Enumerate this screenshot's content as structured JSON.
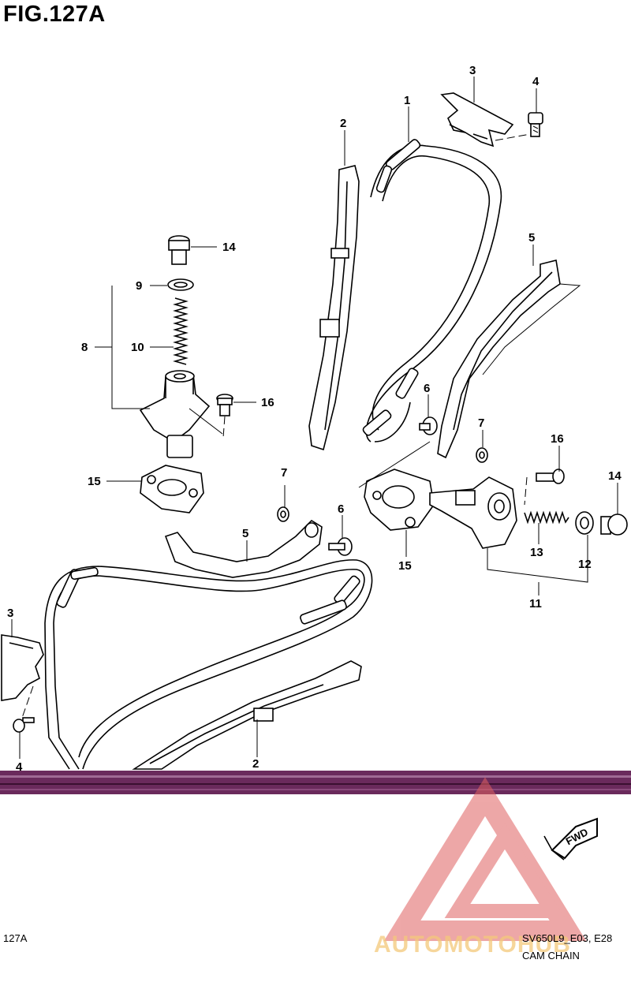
{
  "figure": {
    "title": "FIG.127A",
    "code": "127A",
    "model": "SV650L9_E03, E28",
    "caption": "CAM CHAIN"
  },
  "callouts": {
    "c1": "1",
    "c2a": "2",
    "c2b": "2",
    "c3a": "3",
    "c3b": "3",
    "c4a": "4",
    "c4b": "4",
    "c5a": "5",
    "c5b": "5",
    "c6a": "6",
    "c6b": "6",
    "c7a": "7",
    "c7b": "7",
    "c8": "8",
    "c9": "9",
    "c10": "10",
    "c11": "11",
    "c12": "12",
    "c13": "13",
    "c14a": "14",
    "c14b": "14",
    "c15a": "15",
    "c15b": "15",
    "c16a": "16",
    "c16b": "16"
  },
  "fwd_label": "FWD",
  "watermark": {
    "text": "AUTOMOTOHUB",
    "color": "#f4c97a",
    "logo_color": "#e06060"
  },
  "colors": {
    "band": "#6a2a5c",
    "line": "#000000"
  }
}
